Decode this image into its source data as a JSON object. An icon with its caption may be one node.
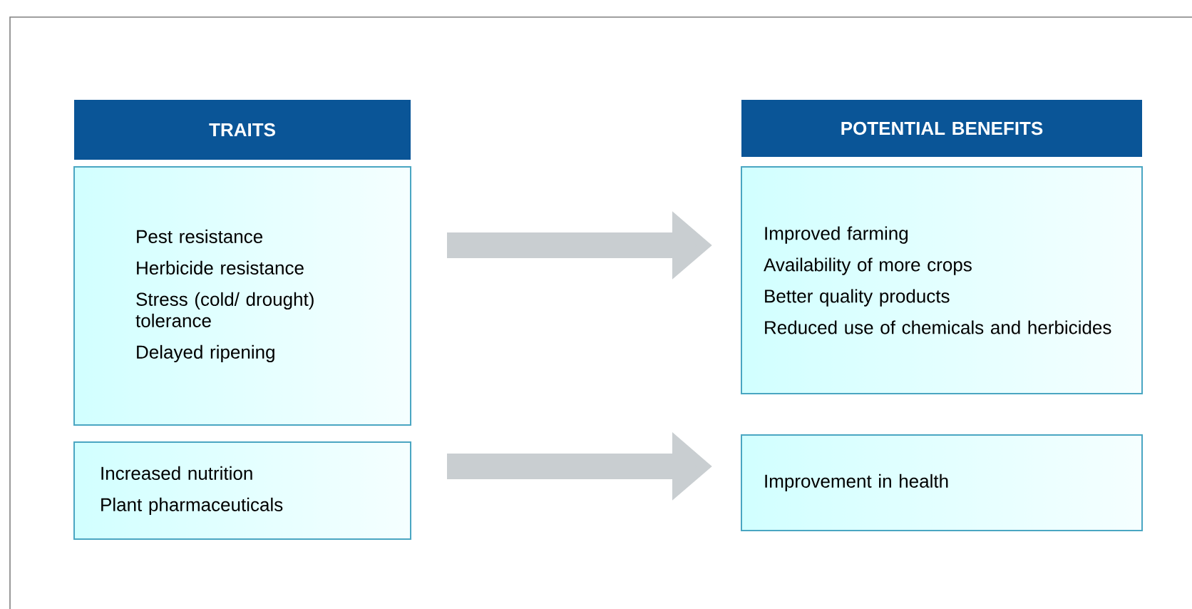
{
  "diagram": {
    "nodes": [
      {
        "text": [
          "TRAITS"
        ]
      },
      {
        "text": [
          "Pest resistance",
          "Herbicide resistance",
          "Stress (cold/ drought) tolerance",
          "Delayed ripening"
        ]
      },
      {
        "text": [
          "Increased nutrition",
          "Plant pharmaceuticals"
        ]
      },
      {
        "text": [
          "POTENTIAL BENEFITS"
        ]
      },
      {
        "text": [
          "Improved farming",
          "Availability of more crops",
          "Better quality products",
          "Reduced use of chemicals and herbicides"
        ]
      },
      {
        "text": [
          "Improvement in health"
        ]
      }
    ],
    "edges": [
      {
        "from": 1,
        "to": 4,
        "arrow": "to"
      },
      {
        "from": 2,
        "to": 5,
        "arrow": "to"
      }
    ]
  }
}
